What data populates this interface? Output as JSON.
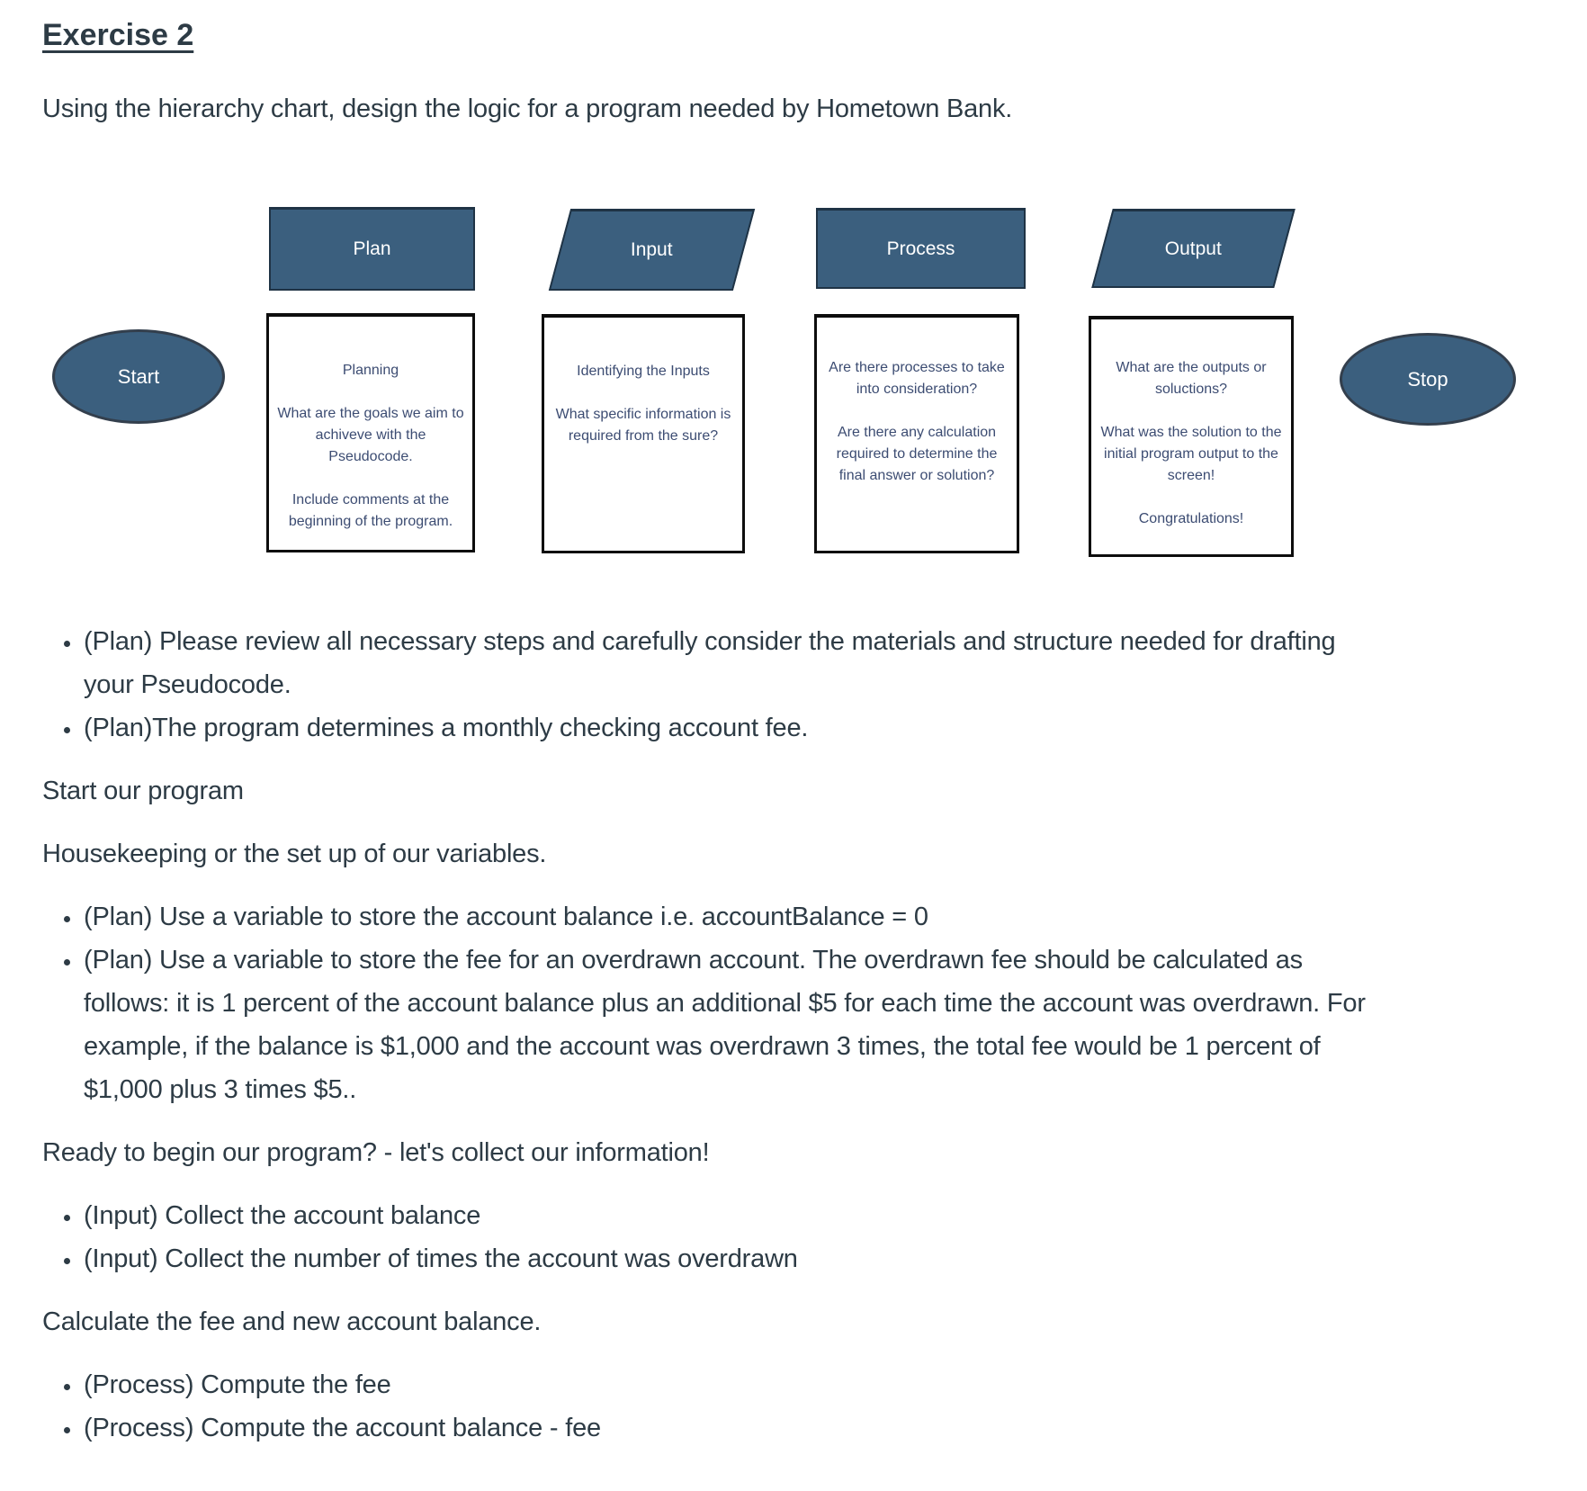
{
  "page": {
    "title": "Exercise 2",
    "intro": "Using the hierarchy chart, design the logic for a program needed by Hometown Bank."
  },
  "colors": {
    "shape_fill": "#3b5f7e",
    "shape_border": "#1f3345",
    "shape_text": "#ffffff",
    "box_border": "#0d0d0d",
    "box_text": "#3c4c72",
    "body_text": "#2d3b45"
  },
  "diagram": {
    "start_label": "Start",
    "stop_label": "Stop",
    "columns": [
      {
        "header": "Plan",
        "shape": "rectangle",
        "paragraphs": [
          "Planning",
          "What are the goals we aim to achiveve with the Pseudocode.",
          "Include comments at the beginning of the program."
        ]
      },
      {
        "header": "Input",
        "shape": "parallelogram",
        "paragraphs": [
          "Identifying the Inputs",
          "What specific information is required from the sure?"
        ]
      },
      {
        "header": "Process",
        "shape": "rectangle",
        "paragraphs": [
          "Are there processes to take into consideration?",
          "Are there any calculation required to determine the final answer or solution?"
        ]
      },
      {
        "header": "Output",
        "shape": "parallelogram",
        "paragraphs": [
          "What are the outputs or soluctions?",
          "What was the solution to the initial program output to the screen!",
          "Congratulations!"
        ]
      }
    ]
  },
  "content": {
    "plan_bullets": [
      "(Plan) Please review all necessary steps and carefully consider the materials and structure needed for drafting your Pseudocode.",
      "(Plan)The program determines a monthly checking account fee."
    ],
    "para_start": "Start our program",
    "para_housekeeping": "Housekeeping or the set up of our variables.",
    "var_bullets": [
      "(Plan) Use a variable to store the account balance i.e. accountBalance = 0",
      "(Plan) Use a variable to store the fee for an overdrawn account. The overdrawn fee should be calculated as follows: it is 1 percent of the account balance plus an additional $5 for each time the account was overdrawn. For example, if the balance is $1,000 and the account was overdrawn 3 times, the total fee would be 1 percent of $1,000 plus 3 times $5..",
      "(Plan) Use a variable to store the fee for an overdrawn account. The overdrawn fee should be calculated as"
    ],
    "para_ready": "Ready to begin our program? - let's collect our information!",
    "input_bullets": [
      "(Input) Collect the account balance",
      "(Input) Collect the number of times the account was overdrawn"
    ],
    "para_calculate": "Calculate the fee and new account balance.",
    "process_bullets": [
      "(Process) Compute the fee",
      "(Process) Compute the account balance - fee"
    ]
  }
}
